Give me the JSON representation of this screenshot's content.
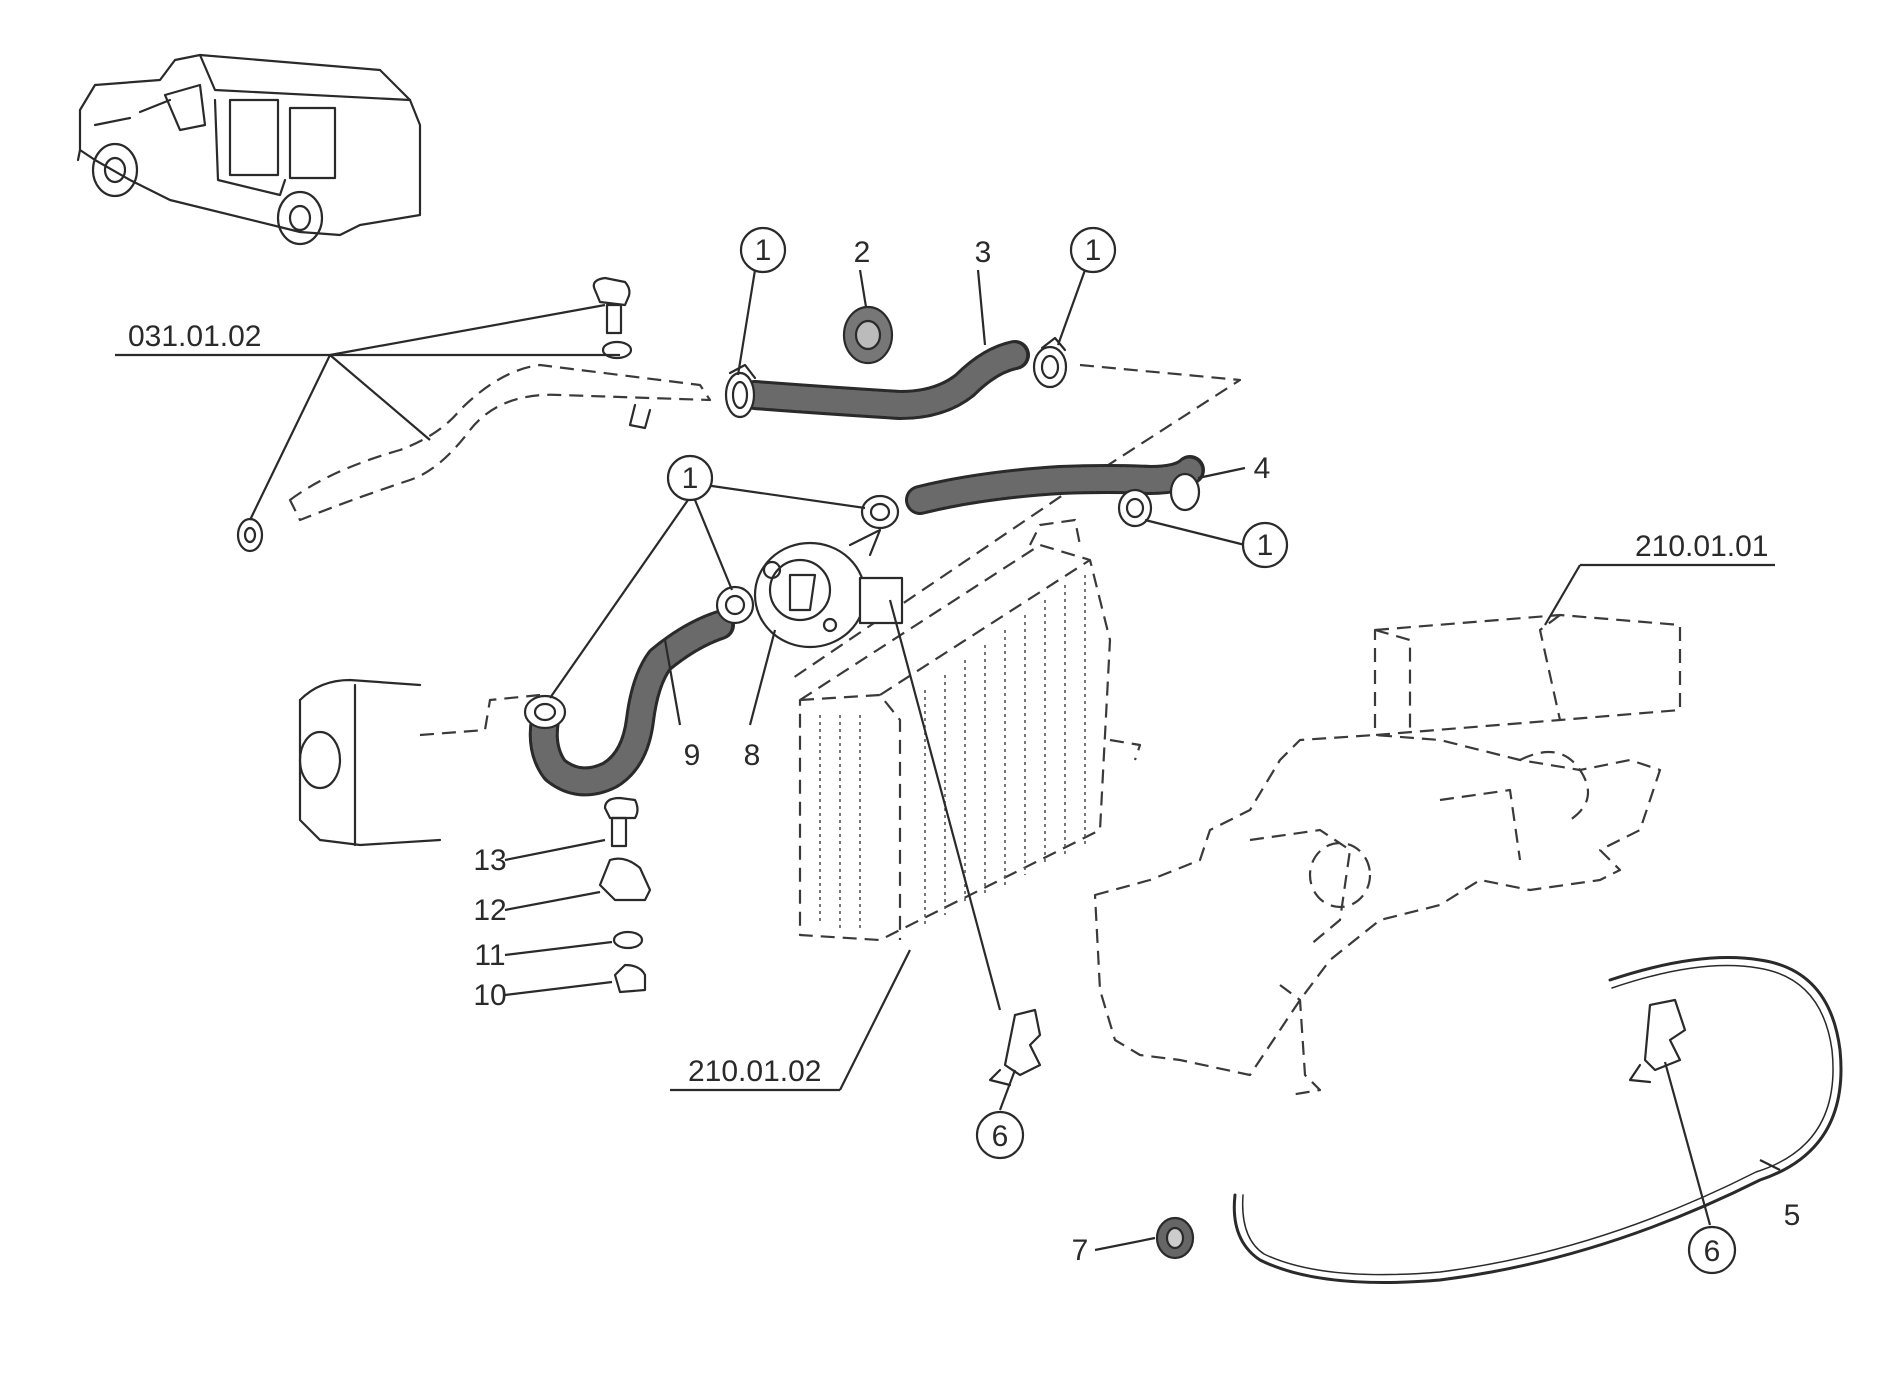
{
  "callouts": {
    "c1a": "1",
    "c2": "2",
    "c3": "3",
    "c1b": "1",
    "c4": "4",
    "c1c": "1",
    "c1d": "1",
    "c8": "8",
    "c9": "9",
    "c13": "13",
    "c12": "12",
    "c11": "11",
    "c10": "10",
    "c6a": "6",
    "c6b": "6",
    "c7": "7",
    "c5": "5"
  },
  "refs": {
    "r1": "031.01.02",
    "r2": "210.01.01",
    "r3": "210.01.02"
  },
  "colors": {
    "ink": "#2a2a2a",
    "background": "#ffffff"
  }
}
